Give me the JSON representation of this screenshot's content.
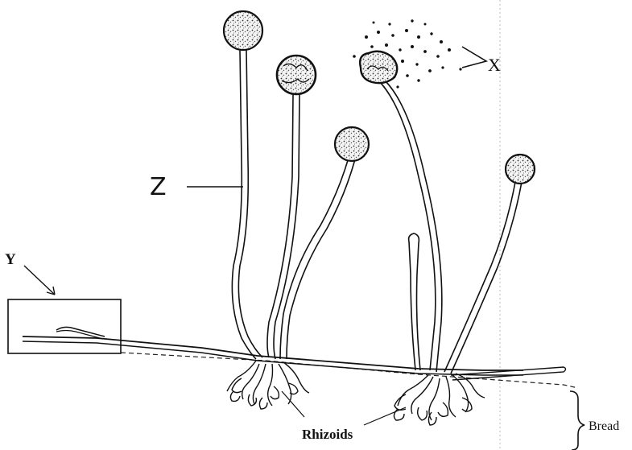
{
  "figure": {
    "labels": {
      "x": "X",
      "y": "Y",
      "z": "Z",
      "rhizoids": "Rhizoids",
      "bread": "Bread"
    },
    "colors": {
      "ink": "#111111",
      "sporangium_fill": "#e8e8e8",
      "background": "#ffffff"
    }
  }
}
